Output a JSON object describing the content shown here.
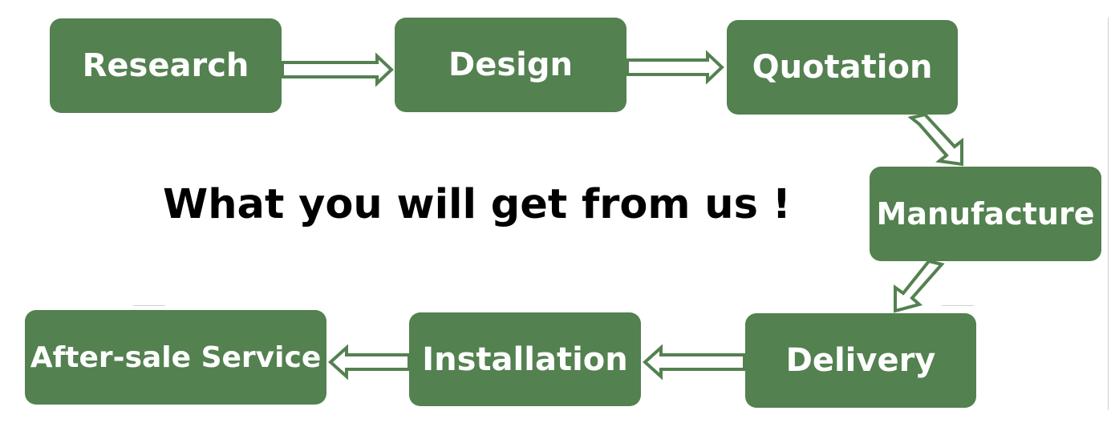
{
  "heading": "What you will get from us !",
  "colors": {
    "box_fill": "#538150",
    "box_text": "#ffffff",
    "arrow_stroke": "#538150",
    "heading_text": "#000000"
  },
  "steps": [
    {
      "label": "Research"
    },
    {
      "label": "Design"
    },
    {
      "label": "Quotation"
    },
    {
      "label": "Manufacture"
    },
    {
      "label": "Delivery"
    },
    {
      "label": "Installation"
    },
    {
      "label": "After-sale Service"
    }
  ],
  "flow": [
    {
      "from": "Research",
      "to": "Design",
      "arrow": "hollow-block"
    },
    {
      "from": "Design",
      "to": "Quotation",
      "arrow": "hollow-block"
    },
    {
      "from": "Quotation",
      "to": "Manufacture",
      "arrow": "hollow-block"
    },
    {
      "from": "Manufacture",
      "to": "Delivery",
      "arrow": "hollow-block"
    },
    {
      "from": "Delivery",
      "to": "Installation",
      "arrow": "hollow-block"
    },
    {
      "from": "Installation",
      "to": "After-sale Service",
      "arrow": "hollow-block"
    }
  ]
}
